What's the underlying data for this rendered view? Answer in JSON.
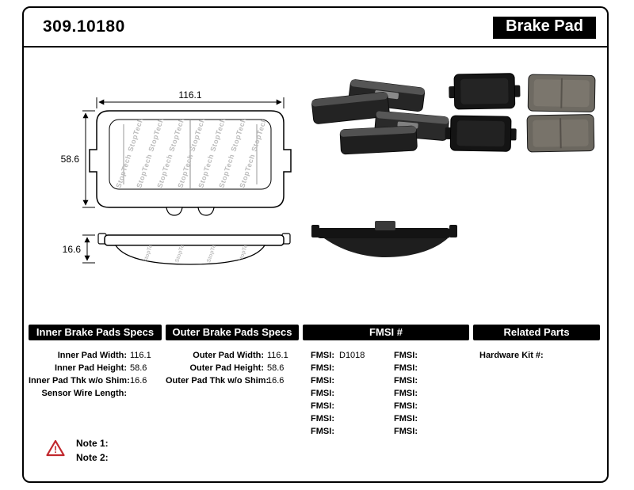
{
  "header": {
    "part_number": "309.10180",
    "product_type": "Brake Pad"
  },
  "diagram": {
    "width_dim": "116.1",
    "height_dim": "58.6",
    "thickness_dim": "16.6",
    "watermark": "StopTech"
  },
  "tables": {
    "inner": {
      "title": "Inner Brake Pads Specs",
      "rows": [
        {
          "label": "Inner Pad Width:",
          "value": "116.1"
        },
        {
          "label": "Inner Pad Height:",
          "value": "58.6"
        },
        {
          "label": "Inner Pad Thk w/o Shim:",
          "value": "16.6"
        },
        {
          "label": "Sensor Wire Length:",
          "value": ""
        }
      ]
    },
    "outer": {
      "title": "Outer Brake Pads Specs",
      "rows": [
        {
          "label": "Outer Pad Width:",
          "value": "116.1"
        },
        {
          "label": "Outer Pad Height:",
          "value": "58.6"
        },
        {
          "label": "Outer Pad Thk w/o Shim:",
          "value": "16.6"
        }
      ]
    },
    "fmsi": {
      "title": "FMSI #",
      "rows": [
        {
          "l_label": "FMSI:",
          "l_value": "D1018",
          "r_label": "FMSI:",
          "r_value": ""
        },
        {
          "l_label": "FMSI:",
          "l_value": "",
          "r_label": "FMSI:",
          "r_value": ""
        },
        {
          "l_label": "FMSI:",
          "l_value": "",
          "r_label": "FMSI:",
          "r_value": ""
        },
        {
          "l_label": "FMSI:",
          "l_value": "",
          "r_label": "FMSI:",
          "r_value": ""
        },
        {
          "l_label": "FMSI:",
          "l_value": "",
          "r_label": "FMSI:",
          "r_value": ""
        },
        {
          "l_label": "FMSI:",
          "l_value": "",
          "r_label": "FMSI:",
          "r_value": ""
        },
        {
          "l_label": "FMSI:",
          "l_value": "",
          "r_label": "FMSI:",
          "r_value": ""
        }
      ]
    },
    "related": {
      "title": "Related Parts",
      "rows": [
        {
          "label": "Hardware Kit #:",
          "value": ""
        }
      ]
    }
  },
  "notes": {
    "warning_glyph": "!",
    "items": [
      {
        "label": "Note 1:"
      },
      {
        "label": "Note 2:"
      }
    ]
  }
}
